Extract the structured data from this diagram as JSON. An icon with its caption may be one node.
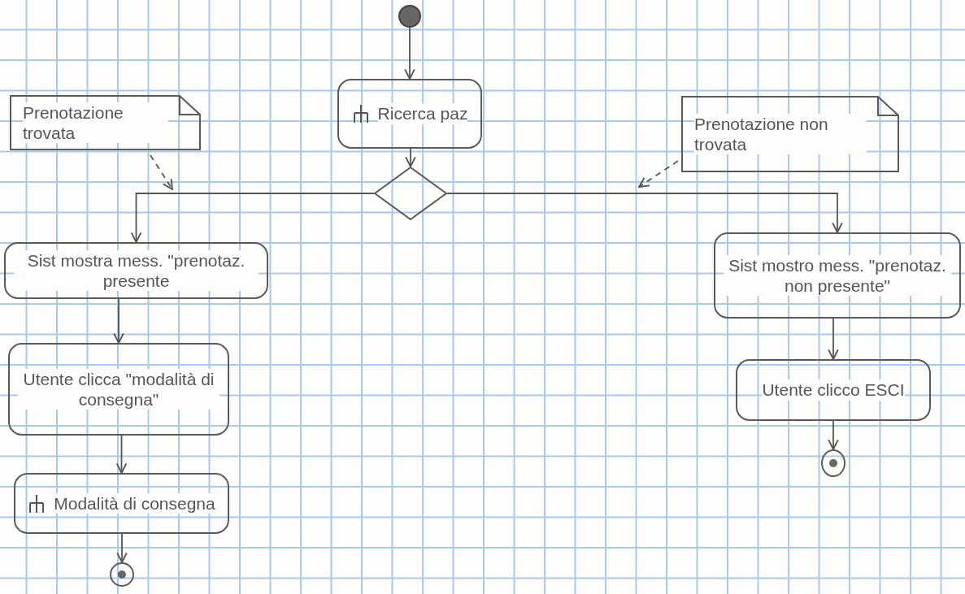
{
  "diagram": {
    "nodes": [
      {
        "text": [],
        "shape": "circle"
      },
      {
        "text": [
          "Ricerca paz"
        ]
      },
      {
        "text": [],
        "shape": "diamond"
      },
      {
        "text": [
          "Prenotazione trovata"
        ]
      },
      {
        "text": [
          "Prenotazione non trovata"
        ]
      },
      {
        "text": [
          "Sist mostra mess. \"prenotaz. presente"
        ]
      },
      {
        "text": [
          "Utente clicca \"modalità di consegna\""
        ]
      },
      {
        "text": [
          "Modalità di consegna"
        ]
      },
      {
        "text": [],
        "shape": "bullseye"
      },
      {
        "text": [
          "Sist mostro mess. \"prenotaz. non presente\""
        ]
      },
      {
        "text": [
          "Utente clicco ESCI"
        ]
      },
      {
        "text": [],
        "shape": "bullseye"
      }
    ],
    "edges": [
      {
        "from": 0,
        "to": 1,
        "arrow": "to"
      },
      {
        "from": 1,
        "to": 2,
        "arrow": "to"
      },
      {
        "from": 2,
        "to": 5,
        "arrow": "to"
      },
      {
        "from": 2,
        "to": 9,
        "arrow": "to"
      },
      {
        "from": 3,
        "to": null,
        "arrow": "to",
        "style": "dashed"
      },
      {
        "from": 4,
        "to": null,
        "arrow": "to",
        "style": "dashed"
      },
      {
        "from": 5,
        "to": 6,
        "arrow": "to"
      },
      {
        "from": 6,
        "to": 7,
        "arrow": "to"
      },
      {
        "from": 7,
        "to": 8,
        "arrow": "to"
      },
      {
        "from": 9,
        "to": 10,
        "arrow": "to"
      },
      {
        "from": 10,
        "to": 11,
        "arrow": "to"
      }
    ]
  }
}
